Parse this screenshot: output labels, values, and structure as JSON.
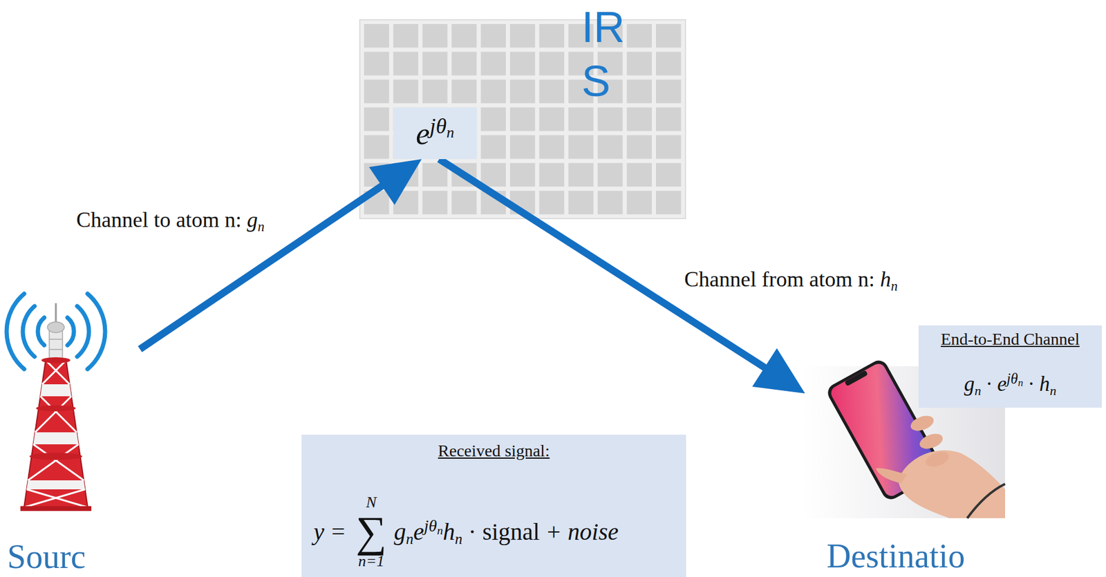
{
  "diagram": {
    "nodes": [
      {
        "text": [
          "IR S"
        ]
      },
      {
        "text": [
          "e",
          "jθ",
          "n"
        ],
        "in": 0
      },
      {
        "text": [
          "Sourc"
        ]
      },
      {
        "text": [
          "Destinatio"
        ]
      },
      {
        "text": [
          "End-to-End Channel",
          "g",
          "n",
          "·",
          "e",
          "jθ",
          "n",
          "·",
          "h",
          "n"
        ]
      },
      {
        "text": [
          "Received signal:",
          "y",
          "=",
          "N",
          "∑",
          "n=1",
          "g",
          "n",
          "e",
          "jθ",
          "n",
          "h",
          "n",
          "· signal",
          "+",
          "noise"
        ]
      }
    ],
    "edges": [
      {
        "from": 2,
        "to": 1,
        "arrow": "to"
      },
      {
        "from": 1,
        "to": 3,
        "arrow": "to"
      }
    ],
    "labels": [
      "Channel to atom n:",
      "g",
      "n",
      "Channel from atom n:",
      "h",
      "n"
    ]
  }
}
